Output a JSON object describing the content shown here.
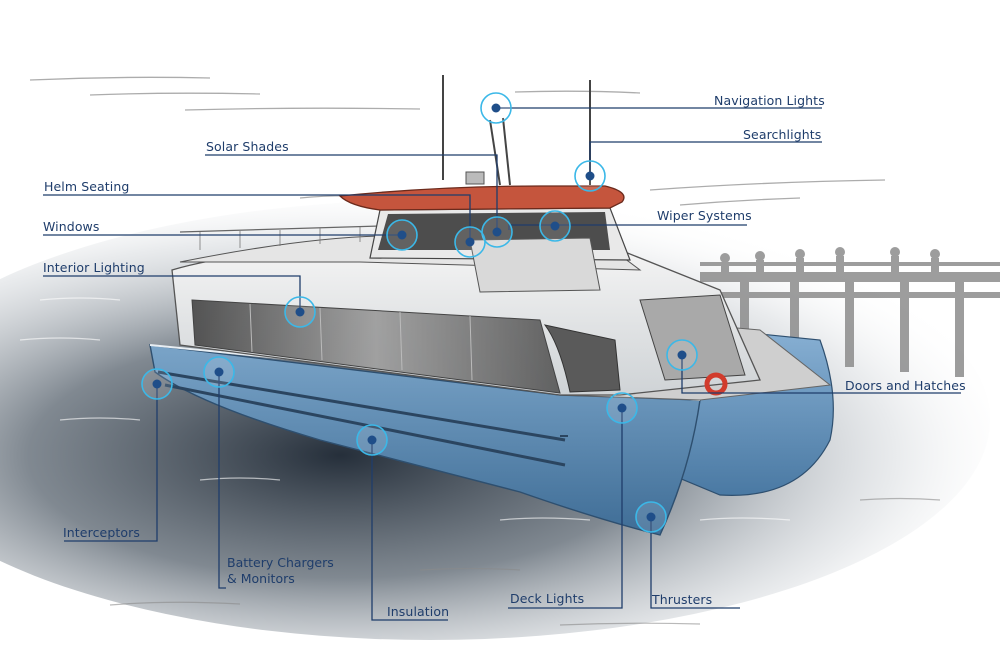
{
  "colors": {
    "label_text": "#1f3d6b",
    "leader_line": "#1f3d6b",
    "callout_ring": "#3bb8e8",
    "callout_dot": "#1f4e89",
    "hull_blue": "#5f8fb8",
    "roof_red": "#c5553d"
  },
  "callouts": [
    {
      "id": "navigation-lights",
      "label": "Navigation Lights"
    },
    {
      "id": "searchlights",
      "label": "Searchlights"
    },
    {
      "id": "solar-shades",
      "label": "Solar Shades"
    },
    {
      "id": "helm-seating",
      "label": "Helm Seating"
    },
    {
      "id": "wiper-systems",
      "label": "Wiper Systems"
    },
    {
      "id": "windows",
      "label": "Windows"
    },
    {
      "id": "interior-lighting",
      "label": "Interior Lighting"
    },
    {
      "id": "doors-and-hatches",
      "label": "Doors and Hatches"
    },
    {
      "id": "interceptors",
      "label": "Interceptors"
    },
    {
      "id": "battery-chargers",
      "label": "Battery Chargers",
      "label_line2": "& Monitors"
    },
    {
      "id": "insulation",
      "label": "Insulation"
    },
    {
      "id": "deck-lights",
      "label": "Deck Lights"
    },
    {
      "id": "thrusters",
      "label": "Thrusters"
    }
  ]
}
